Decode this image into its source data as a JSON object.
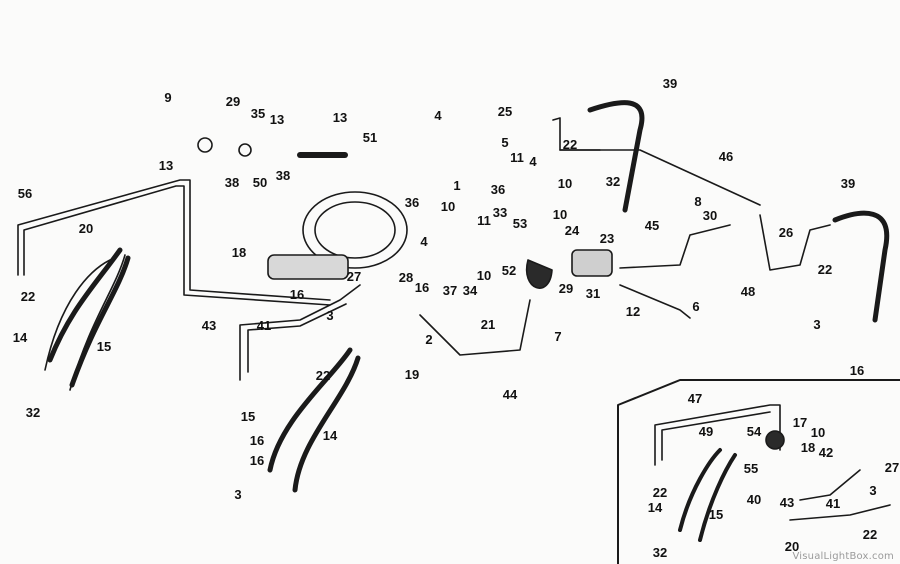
{
  "diagram": {
    "labels": [
      "9",
      "29",
      "35",
      "13",
      "13",
      "51",
      "4",
      "25",
      "5",
      "11",
      "4",
      "39",
      "22",
      "13",
      "38",
      "50",
      "38",
      "1",
      "36",
      "10",
      "46",
      "36",
      "33",
      "32",
      "56",
      "10",
      "10",
      "8",
      "30",
      "39",
      "20",
      "45",
      "26",
      "4",
      "11",
      "53",
      "24",
      "23",
      "18",
      "22",
      "37",
      "34",
      "10",
      "52",
      "29",
      "31",
      "27",
      "28",
      "16",
      "48",
      "16",
      "3",
      "6",
      "22",
      "21",
      "12",
      "14",
      "43",
      "41",
      "3",
      "15",
      "2",
      "7",
      "16",
      "19",
      "22",
      "44",
      "32",
      "47",
      "15",
      "14",
      "49",
      "17",
      "10",
      "54",
      "18",
      "16",
      "42",
      "16",
      "3",
      "55",
      "27",
      "40",
      "3",
      "22",
      "43",
      "41",
      "14",
      "15",
      "22",
      "32",
      "20"
    ],
    "watermark": "VisualLightBox.com"
  }
}
